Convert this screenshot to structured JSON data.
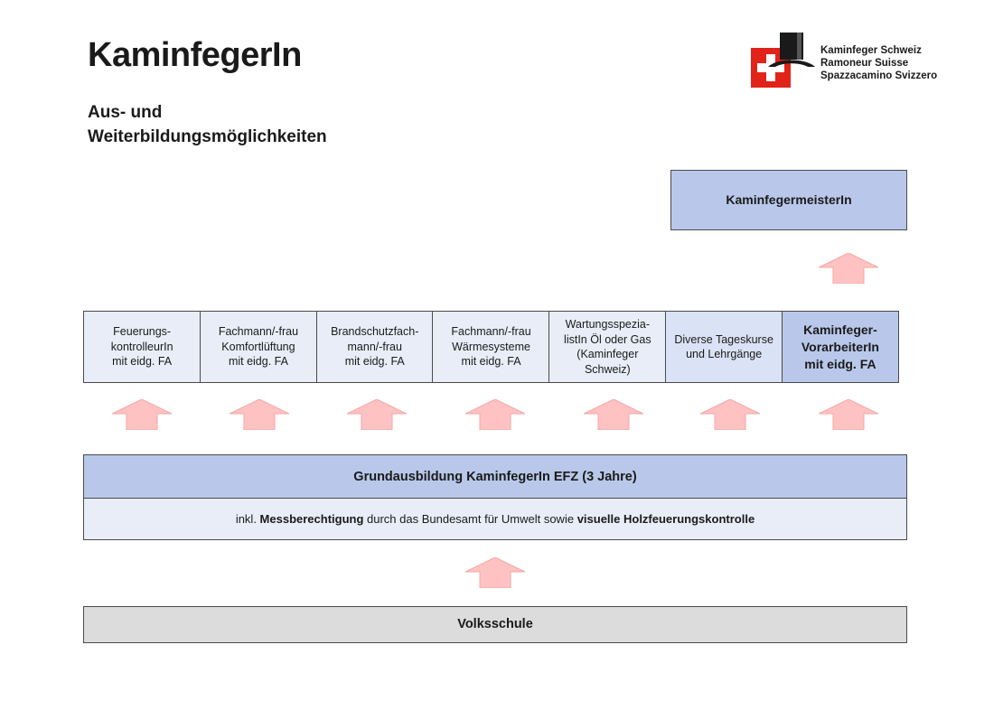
{
  "header": {
    "title": "KaminfegerIn",
    "subtitle_line1": "Aus- und",
    "subtitle_line2": "Weiterbildungsmöglichkeiten"
  },
  "logo": {
    "line1": "Kaminfeger Schweiz",
    "line2": "Ramoneur Suisse",
    "line3": "Spazzacamino Svizzero",
    "colors": {
      "red": "#e2231a",
      "black": "#1a1a1a"
    }
  },
  "diagram": {
    "meister": "KaminfegermeisterIn",
    "weiterbildung": [
      "Feuerungs-\nkontrolleurIn\nmit eidg. FA",
      "Fachmann/-frau\nKomfortlüftung\nmit eidg. FA",
      "Brandschutzfach-\nmann/-frau\nmit eidg. FA",
      "Fachmann/-frau\nWärmesysteme\nmit eidg. FA",
      "Wartungsspezia-\nlistIn Öl oder Gas\n(Kaminfeger\nSchweiz)",
      "Diverse Tageskurse\nund Lehrgänge",
      "Kaminfeger-\nVorarbeiterIn\nmit eidg. FA"
    ],
    "grundausbildung": "Grundausbildung KaminfegerIn EFZ (3 Jahre)",
    "inkl": {
      "prefix": "inkl. ",
      "bold1": "Messberechtigung",
      "middle": " durch das Bundesamt für Umwelt sowie ",
      "bold2": "visuelle Holzfeuerungskontrolle"
    },
    "volksschule": "Volksschule"
  },
  "colors": {
    "box_dark": "#b9c8ea",
    "box_light": "#e8edf8",
    "box_grey": "#dcdcdc",
    "arrow": "#ffc2c2"
  }
}
